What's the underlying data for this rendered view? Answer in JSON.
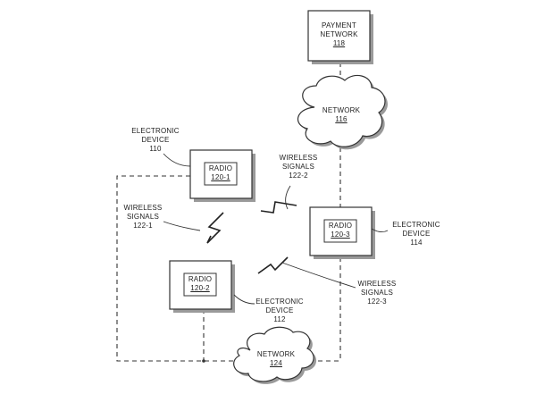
{
  "payment_network": {
    "line1": "PAYMENT",
    "line2": "NETWORK",
    "ref": "118"
  },
  "network_116": {
    "label": "NETWORK",
    "ref": "116"
  },
  "network_124": {
    "label": "NETWORK",
    "ref": "124"
  },
  "device_110": {
    "line1": "ELECTRONIC",
    "line2": "DEVICE",
    "ref": "110",
    "radio_label": "RADIO",
    "radio_ref": "120-1"
  },
  "device_112": {
    "line1": "ELECTRONIC",
    "line2": "DEVICE",
    "ref": "112",
    "radio_label": "RADIO",
    "radio_ref": "120-2"
  },
  "device_114": {
    "line1": "ELECTRONIC",
    "line2": "DEVICE",
    "ref": "114",
    "radio_label": "RADIO",
    "radio_ref": "120-3"
  },
  "signals_122_1": {
    "line1": "WIRELESS",
    "line2": "SIGNALS",
    "ref": "122-1"
  },
  "signals_122_2": {
    "line1": "WIRELESS",
    "line2": "SIGNALS",
    "ref": "122-2"
  },
  "signals_122_3": {
    "line1": "WIRELESS",
    "line2": "SIGNALS",
    "ref": "122-3"
  },
  "colors": {
    "line": "#333333",
    "shadow": "#9a9a9a",
    "background": "#ffffff"
  }
}
